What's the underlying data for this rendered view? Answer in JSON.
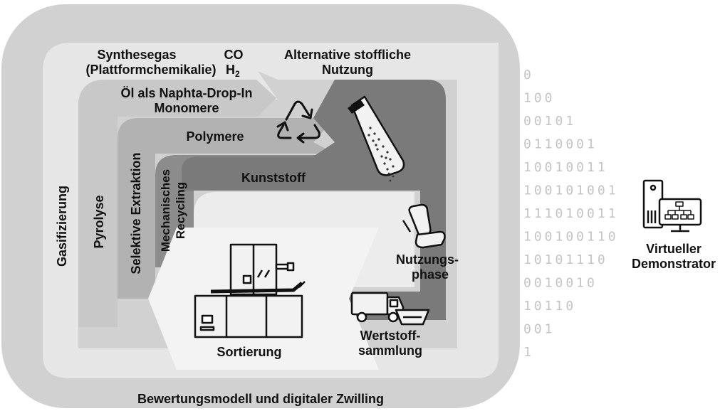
{
  "footer": {
    "label": "Bewertungsmodell und digitaler Zwilling"
  },
  "layers": {
    "gasification": "Gasifizierung",
    "pyrolysis": "Pyrolyse",
    "selective_extraction": "Selektive Extraktion",
    "mechanical_recycling_line1": "Mechanisches",
    "mechanical_recycling_line2": "Recycling"
  },
  "outputs": {
    "syngas_line1": "Synthesegas",
    "syngas_line2": "(Plattformchemikalie)",
    "co": "CO",
    "h2_base": "H",
    "h2_sub": "2",
    "alt_use_line1": "Alternative stoffliche",
    "alt_use_line2": "Nutzung",
    "oil_line1": "Öl als Naphta-Drop-In",
    "oil_line2": "Monomere",
    "polymers": "Polymere",
    "plastic": "Kunststoff"
  },
  "stages": {
    "use_phase_line1": "Nutzungs-",
    "use_phase_line2": "phase",
    "collection_line1": "Wertstoff-",
    "collection_line2": "sammlung",
    "sorting": "Sortierung"
  },
  "binary_stream": [
    "0",
    "100",
    "00101",
    "0110001",
    "10010011",
    "100101001",
    "111010011",
    "100100110",
    "10101110",
    "0010010",
    "10110",
    "001",
    "1"
  ],
  "virtual_demonstrator": {
    "line1": "Virtueller",
    "line2": "Demonstrator"
  },
  "icons": [
    "recycling-icon",
    "scoop-pellets-icon",
    "car-seat-icon",
    "garbage-truck-icon",
    "skip-container-icon",
    "sorting-machine-icon",
    "computer-tower-icon",
    "monitor-network-icon"
  ],
  "colors": {
    "outer_ring": "#d1d1d1",
    "gasification": "#e6e6e6",
    "pyrolysis": "#c8c8c8",
    "extraction": "#b2b2b2",
    "mechanical": "#8c8c8c",
    "loop": "#7a7a7a",
    "inner": "#ececec",
    "binary": "#c4c4c4"
  }
}
